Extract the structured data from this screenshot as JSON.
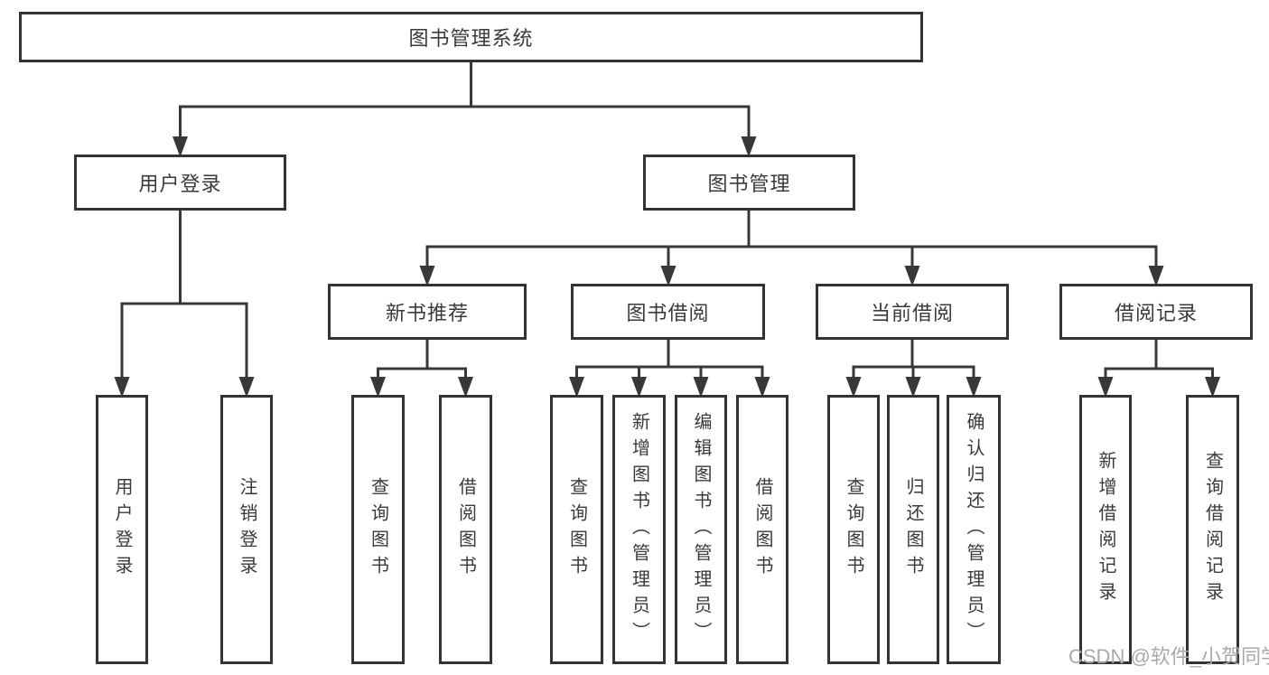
{
  "diagram": {
    "watermark": "CSDN @软件_小贺同学",
    "colors": {
      "line": "#383838",
      "border": "#333333",
      "text": "#3a3a3a",
      "background": "#ffffff",
      "watermark_text": "#a9a9a9"
    },
    "tree": {
      "label": "图书管理系统",
      "children": [
        {
          "label": "用户登录",
          "children": [
            {
              "label": "用户登录"
            },
            {
              "label": "注销登录"
            }
          ]
        },
        {
          "label": "图书管理",
          "children": [
            {
              "label": "新书推荐",
              "children": [
                {
                  "label": "查询图书"
                },
                {
                  "label": "借阅图书"
                }
              ]
            },
            {
              "label": "图书借阅",
              "children": [
                {
                  "label": "查询图书"
                },
                {
                  "label": "新增图书（管理员）"
                },
                {
                  "label": "编辑图书（管理员）"
                },
                {
                  "label": "借阅图书"
                }
              ]
            },
            {
              "label": "当前借阅",
              "children": [
                {
                  "label": "查询图书"
                },
                {
                  "label": "归还图书"
                },
                {
                  "label": "确认归还（管理员）"
                }
              ]
            },
            {
              "label": "借阅记录",
              "children": [
                {
                  "label": "新增借阅记录"
                },
                {
                  "label": "查询借阅记录"
                }
              ]
            }
          ]
        }
      ]
    }
  }
}
